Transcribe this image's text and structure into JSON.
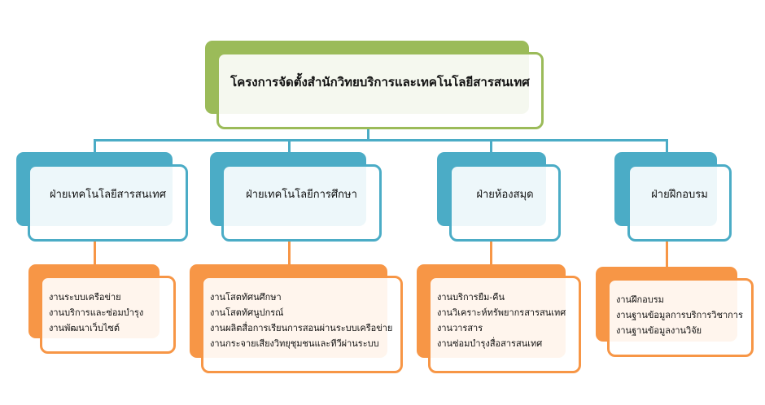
{
  "root": {
    "title": "โครงการจัดตั้งสำนักวิทยบริการและเทคโนโลยีสารสนเทศ"
  },
  "departments": [
    {
      "name": "ฝ่ายเทคโนโลยีสารสนเทศ",
      "tasks": [
        "งานระบบเครือข่าย",
        "งานบริการและซ่อมบำรุง",
        "งานพัฒนาเว็บไซต์"
      ]
    },
    {
      "name": "ฝ่ายเทคโนโลยีการศึกษา",
      "tasks": [
        "งานโสตทัศนศึกษา",
        "งานโสตทัศนูปกรณ์",
        "งานผลิตสื่อการเรียนการสอนผ่านระบบเครือข่าย",
        "งานกระจายเสียงวิทยุชุมชนและทีวีผ่านระบบ"
      ]
    },
    {
      "name": "ฝ่ายห้องสมุด",
      "tasks": [
        "งานบริการยืม-คืน",
        "งานวิเคราะห์ทรัพยากรสารสนเทศ",
        "งานวารสาร",
        "งานซ่อมบำรุงสื่อสารสนเทศ"
      ]
    },
    {
      "name": "ฝ่ายฝึกอบรม",
      "tasks": [
        "งานฝึกอบรม",
        "งานฐานข้อมูลการบริการวิชาการ",
        "งานฐานข้อมูลงานวิจัย"
      ]
    }
  ],
  "colors": {
    "root": "#9bbb59",
    "department": "#4bacc6",
    "task": "#f79646"
  }
}
